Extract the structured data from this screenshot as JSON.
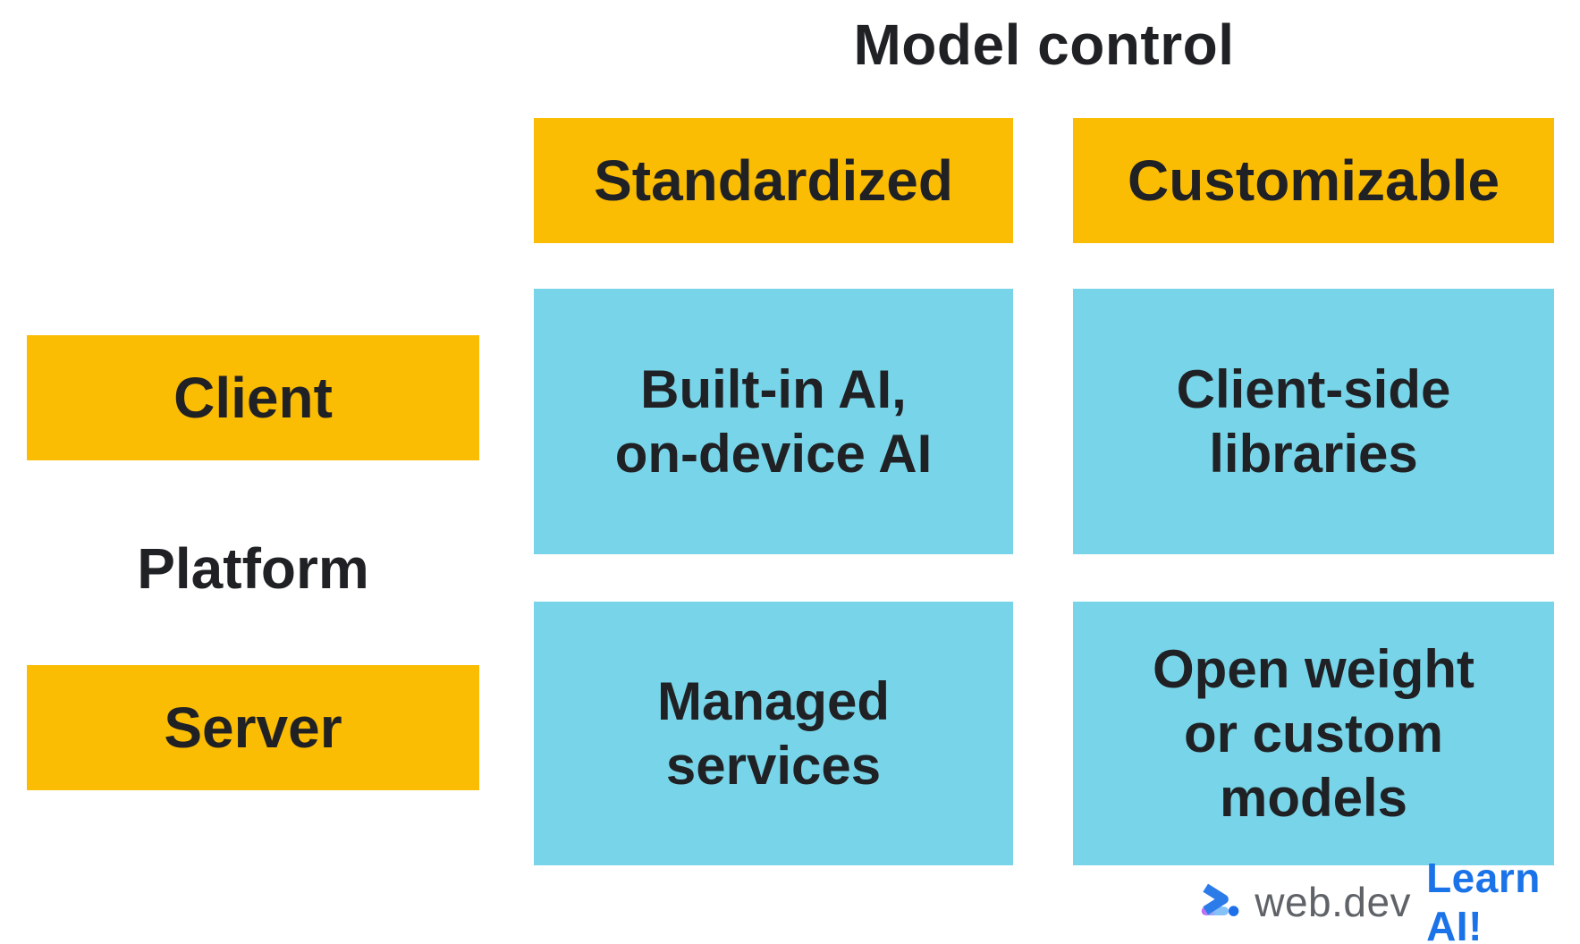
{
  "title": "Model control",
  "columns": [
    {
      "label": "Standardized"
    },
    {
      "label": "Customizable"
    }
  ],
  "row_axis_label": "Platform",
  "rows": [
    {
      "label": "Client"
    },
    {
      "label": "Server"
    }
  ],
  "cells": [
    [
      "Built-in AI,\non-device AI",
      "Client-side\nlibraries"
    ],
    [
      "Managed\nservices",
      "Open weight\nor custom\nmodels"
    ]
  ],
  "footer": {
    "logo_icon": "webdev-logo-icon",
    "brand": "web.dev",
    "cta": "Learn AI!"
  },
  "colors": {
    "header_bg": "#FBBC04",
    "cell_bg": "#78D5E9",
    "text": "#202124",
    "brand_text": "#5F6368",
    "cta_text": "#1A73E8",
    "logo_chevron_blue": "#2B7BE9",
    "logo_bar_purple": "#C760F2",
    "logo_bar_light_blue": "#85C2F8",
    "logo_dot_blue": "#1E6FE9"
  }
}
